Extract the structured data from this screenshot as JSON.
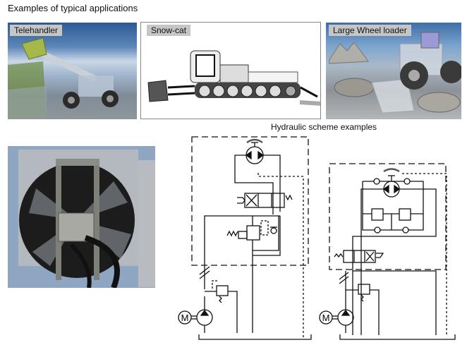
{
  "page_title": "Examples of typical applications",
  "applications": [
    {
      "label": "Telehandler"
    },
    {
      "label": "Snow-cat"
    },
    {
      "label": "Large Wheel loader"
    }
  ],
  "photo": {
    "subject": "hydraulic fan drive assembly"
  },
  "schemes": {
    "title": "Hydraulic scheme examples",
    "motor_symbol": "M",
    "diagrams": [
      {
        "name": "scheme-1",
        "components": [
          "motor",
          "pump",
          "relief-valve",
          "hydraulic-motor",
          "directional-valve",
          "proportional-relief-valve",
          "check-valve",
          "tank"
        ]
      },
      {
        "name": "scheme-2",
        "components": [
          "motor",
          "pump",
          "relief-valve",
          "hydraulic-motor",
          "check-valves",
          "anti-cavitation-relief-valves",
          "solenoid-directional-valve",
          "tank"
        ]
      }
    ]
  },
  "colors": {
    "label_bg": "#c6c6c6",
    "line": "#111111",
    "panel_border": "#888888"
  }
}
